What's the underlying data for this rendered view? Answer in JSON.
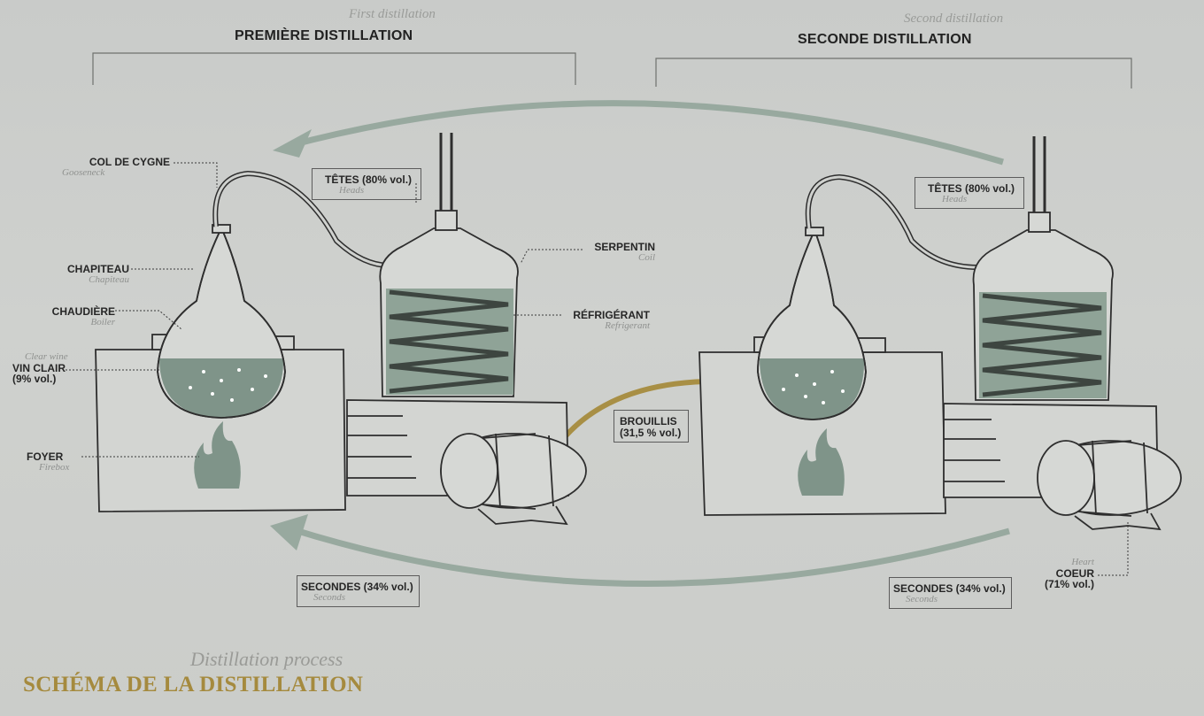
{
  "headers": {
    "first_en": "First distillation",
    "first_fr": "PREMIÈRE DISTILLATION",
    "second_en": "Second distillation",
    "second_fr": "SECONDE DISTILLATION"
  },
  "labels": {
    "col_de_cygne": {
      "fr": "COL DE CYGNE",
      "en": "Gooseneck"
    },
    "chapiteau": {
      "fr": "CHAPITEAU",
      "en": "Chapiteau"
    },
    "chaudiere": {
      "fr": "CHAUDIÈRE",
      "en": "Boiler"
    },
    "vin_clair": {
      "en": "Clear wine",
      "fr": "VIN CLAIR",
      "vol": "(9% vol.)"
    },
    "foyer": {
      "fr": "FOYER",
      "en": "Firebox"
    },
    "serpentin": {
      "fr": "SERPENTIN",
      "en": "Coil"
    },
    "refrigerant": {
      "fr": "RÉFRIGÉRANT",
      "en": "Refrigerant"
    },
    "coeur": {
      "en": "Heart",
      "fr": "COEUR",
      "vol": "(71% vol.)"
    }
  },
  "boxes": {
    "tetes_1": {
      "fr": "TÊTES (80% vol.)",
      "en": "Heads"
    },
    "tetes_2": {
      "fr": "TÊTES (80% vol.)",
      "en": "Heads"
    },
    "brouillis": {
      "line1": "BROUILLIS",
      "line2": "(31,5 % vol.)"
    },
    "secondes_1": {
      "fr": "SECONDES (34% vol.)",
      "en": "Seconds"
    },
    "secondes_2": {
      "fr": "SECONDES (34% vol.)",
      "en": "Seconds"
    }
  },
  "footer": {
    "en": "Distillation process",
    "fr": "SCHÉMA DE LA DISTILLATION"
  },
  "colors": {
    "liquid": "#7f9489",
    "arrow_green": "#98a99f",
    "arrow_gold": "#a88f45",
    "line": "#2e2e2e",
    "title_gold": "#a58a3e"
  }
}
